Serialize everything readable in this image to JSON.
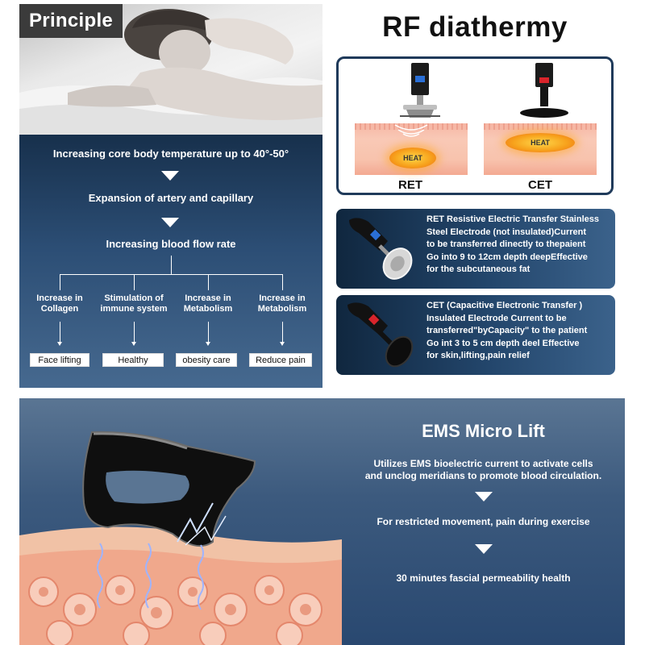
{
  "principle": {
    "tag": "Principle",
    "steps": [
      "Increasing core body temperature up to 40°-50°",
      "Expansion of artery and capillary",
      "Increasing blood flow rate"
    ],
    "effects": [
      {
        "line1": "Increase in",
        "line2": "Collagen",
        "result": "Face lifting"
      },
      {
        "line1": "Stimulation of",
        "line2": "immune system",
        "result": "Healthy"
      },
      {
        "line1": "Increase in",
        "line2": "Metabolism",
        "result": "obesity care"
      },
      {
        "line1": "Increase in",
        "line2": "Metabolism",
        "result": "Reduce pain"
      }
    ]
  },
  "rf": {
    "title": "RF diathermy",
    "heat_label": "HEAT",
    "ret_label": "RET",
    "cet_label": "CET",
    "ret_description": [
      "RET Resistive Electric Transfer Stainless",
      "Steel Electrode (not insulated)Current",
      "to be transferred dinectly to thepaient",
      "Go into 9 to 12cm depth deepEffective",
      "for the subcutaneous fat"
    ],
    "cet_description": [
      "CET (Capacitive Electronic Transfer )",
      "Insulated Electrode Current to be",
      "transferred\"byCapacity\" to the patient",
      "Go int 3 to 5 cm depth deel Effective",
      "for skin,lifting,pain relief"
    ]
  },
  "ems": {
    "title": "EMS Micro Lift",
    "intro_line1": "Utilizes EMS bioelectric current to activate cells",
    "intro_line2": "and unclog meridians to promote blood circulation.",
    "step2": "For restricted movement, pain during exercise",
    "step3": "30 minutes fascial permeability health"
  },
  "colors": {
    "panel_dark": "#17304c",
    "panel_light": "#46698f",
    "heat": "#f7a21c",
    "ret_accent": "#2a6fd6",
    "cet_accent": "#d9242b"
  }
}
